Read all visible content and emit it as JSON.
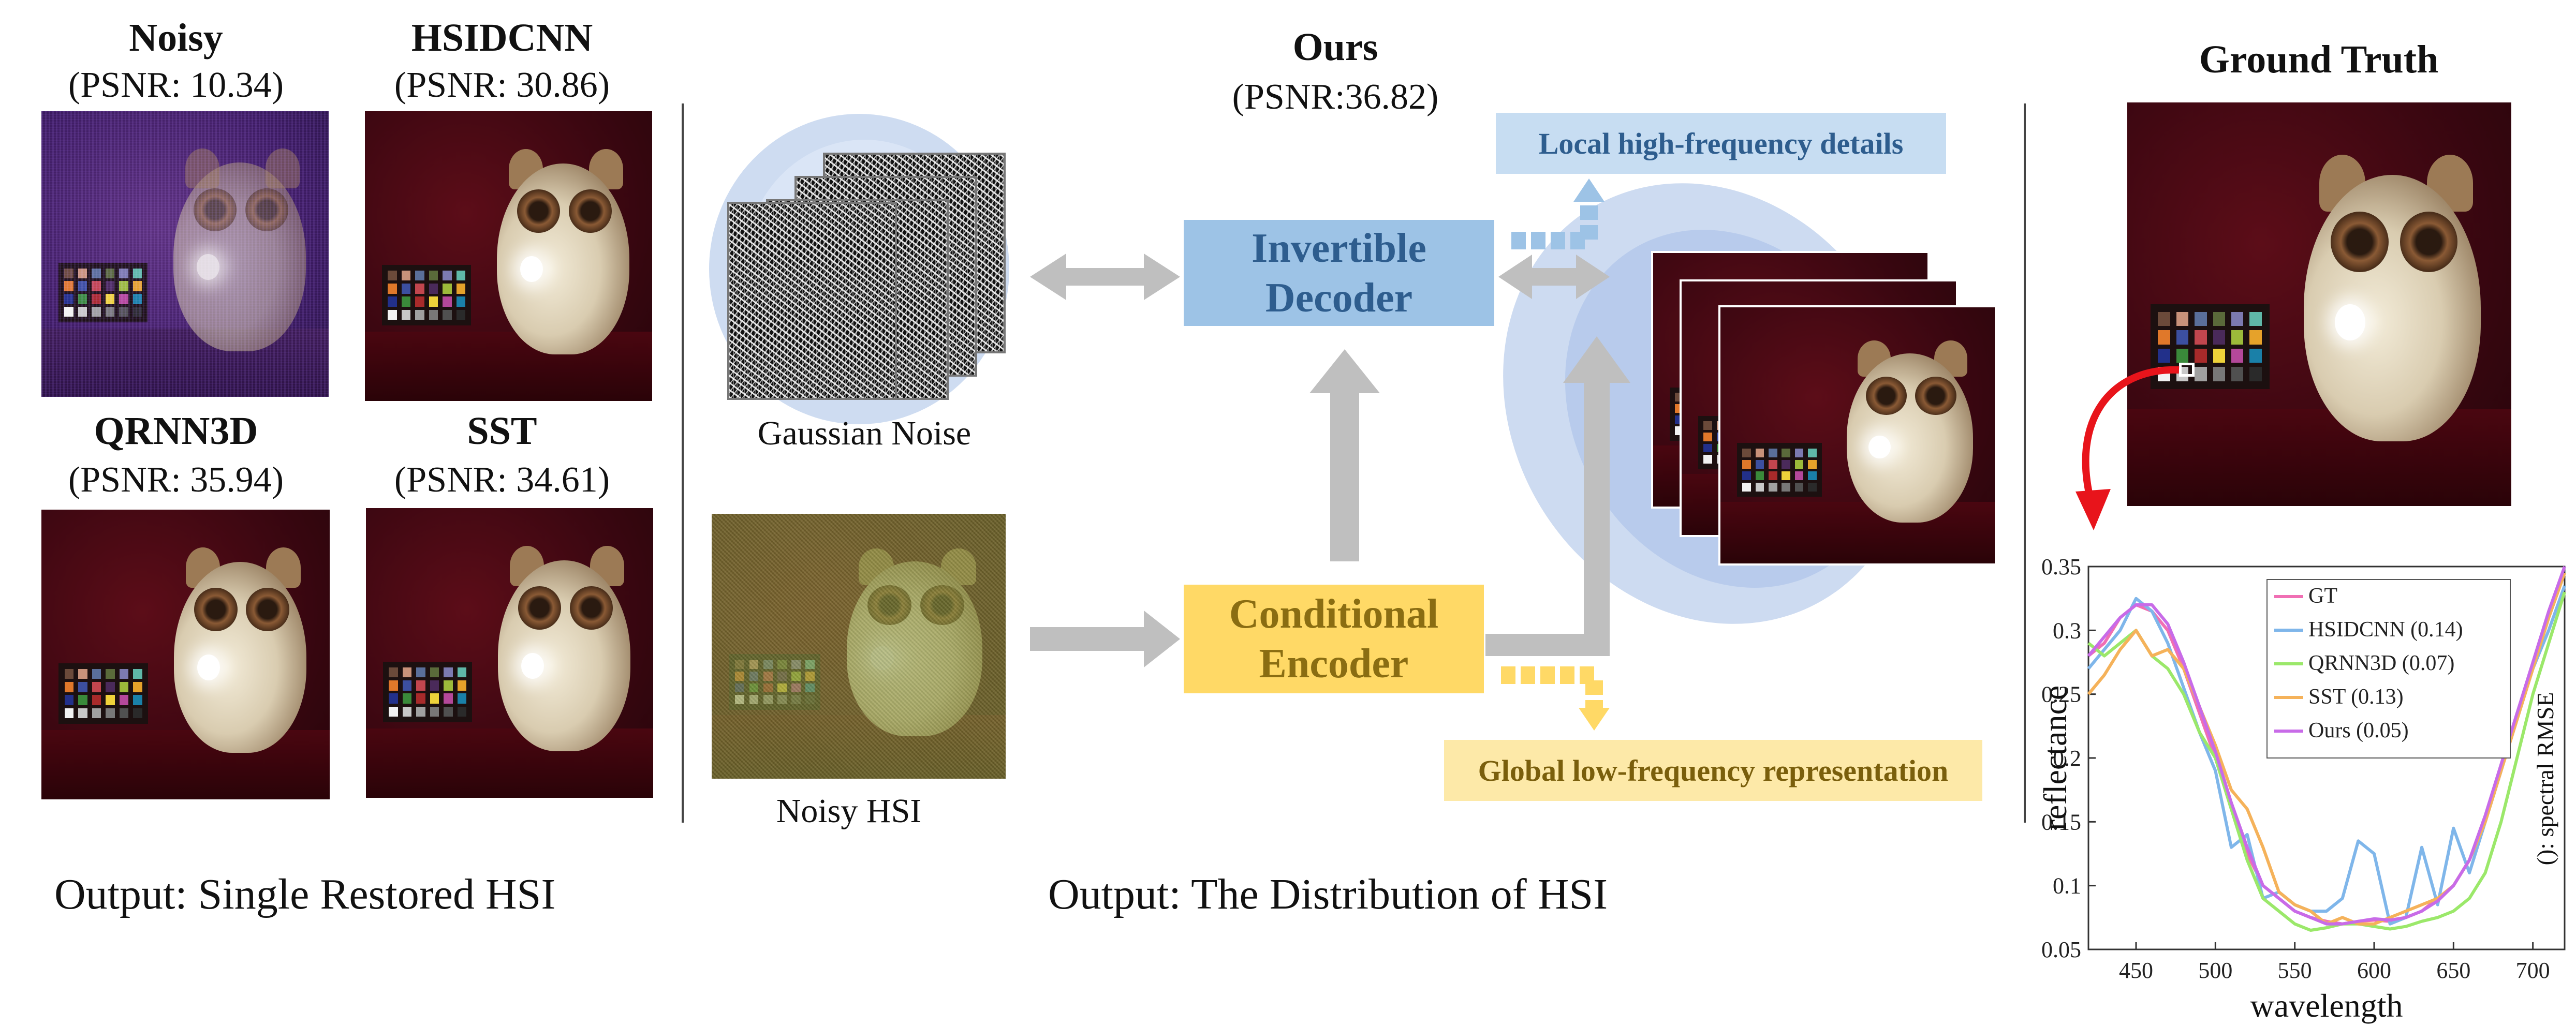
{
  "panels": {
    "noisy": {
      "title": "Noisy",
      "psnr": "(PSNR: 10.34)"
    },
    "hsidcnn": {
      "title": "HSIDCNN",
      "psnr": "(PSNR: 30.86)"
    },
    "qrnn3d": {
      "title": "QRNN3D",
      "psnr": "(PSNR: 35.94)"
    },
    "sst": {
      "title": "SST",
      "psnr": "(PSNR: 34.61)"
    },
    "ours": {
      "title": "Ours",
      "psnr": "(PSNR:36.82)"
    },
    "ground_truth": {
      "title": "Ground Truth"
    }
  },
  "captions": {
    "left": "Output: Single Restored HSI",
    "middle": "Output: The Distribution of HSI"
  },
  "diagram": {
    "gaussian_noise_label": "Gaussian Noise",
    "noisy_hsi_label": "Noisy HSI",
    "decoder_label_line1": "Invertible",
    "decoder_label_line2": "Decoder",
    "encoder_label_line1": "Conditional",
    "encoder_label_line2": "Encoder",
    "local_tag": "Local high-frequency details",
    "global_tag": "Global low-frequency representation"
  },
  "colors": {
    "decoder_fill": "#9dc3e6",
    "decoder_text": "#2e5d8e",
    "encoder_fill": "#ffd966",
    "encoder_text": "#8a6d12",
    "local_tag_fill": "#c7ddf2",
    "local_tag_text": "#2e5d8e",
    "global_tag_fill": "#fde9a8",
    "global_tag_text": "#7a5f0c",
    "arrow": "#bfbfbf",
    "callout_arrow": "#e8141b"
  },
  "chart_data": {
    "type": "line",
    "xlabel": "wavelength",
    "ylabel": "reflectance",
    "side_note": "(): spectral RMSE",
    "xlim": [
      420,
      720
    ],
    "ylim": [
      0.05,
      0.35
    ],
    "x_ticks": [
      450,
      500,
      550,
      600,
      650,
      700
    ],
    "y_ticks": [
      0.05,
      0.1,
      0.15,
      0.2,
      0.25,
      0.3,
      0.35
    ],
    "x": [
      420,
      430,
      440,
      450,
      460,
      470,
      480,
      490,
      500,
      510,
      520,
      530,
      540,
      550,
      560,
      570,
      580,
      590,
      600,
      610,
      620,
      630,
      640,
      650,
      660,
      670,
      680,
      690,
      700,
      710,
      720
    ],
    "series": [
      {
        "name": "GT",
        "color": "#f06fb4",
        "values": [
          0.28,
          0.29,
          0.31,
          0.32,
          0.315,
          0.3,
          0.27,
          0.235,
          0.2,
          0.16,
          0.125,
          0.1,
          0.09,
          0.08,
          0.075,
          0.072,
          0.07,
          0.072,
          0.073,
          0.072,
          0.075,
          0.08,
          0.09,
          0.1,
          0.12,
          0.15,
          0.19,
          0.23,
          0.27,
          0.31,
          0.345
        ]
      },
      {
        "name": "HSIDCNN (0.14)",
        "color": "#7fb6ea",
        "values": [
          0.27,
          0.285,
          0.3,
          0.325,
          0.315,
          0.29,
          0.255,
          0.22,
          0.19,
          0.13,
          0.14,
          0.09,
          0.095,
          0.085,
          0.08,
          0.08,
          0.09,
          0.135,
          0.125,
          0.07,
          0.075,
          0.13,
          0.085,
          0.145,
          0.11,
          0.15,
          0.19,
          0.235,
          0.27,
          0.3,
          0.335
        ]
      },
      {
        "name": "QRNN3D (0.07)",
        "color": "#9be86a",
        "values": [
          0.29,
          0.28,
          0.29,
          0.3,
          0.28,
          0.27,
          0.25,
          0.22,
          0.2,
          0.16,
          0.12,
          0.09,
          0.08,
          0.07,
          0.065,
          0.067,
          0.07,
          0.07,
          0.068,
          0.066,
          0.068,
          0.072,
          0.075,
          0.08,
          0.09,
          0.11,
          0.15,
          0.2,
          0.25,
          0.29,
          0.33
        ]
      },
      {
        "name": "SST (0.13)",
        "color": "#f5b25a",
        "values": [
          0.25,
          0.265,
          0.285,
          0.3,
          0.28,
          0.285,
          0.27,
          0.24,
          0.21,
          0.175,
          0.16,
          0.13,
          0.095,
          0.085,
          0.08,
          0.07,
          0.075,
          0.07,
          0.07,
          0.075,
          0.08,
          0.085,
          0.09,
          0.1,
          0.12,
          0.15,
          0.19,
          0.23,
          0.27,
          0.31,
          0.345
        ]
      },
      {
        "name": "Ours (0.05)",
        "color": "#c86be8",
        "values": [
          0.28,
          0.295,
          0.31,
          0.32,
          0.32,
          0.305,
          0.275,
          0.24,
          0.205,
          0.165,
          0.13,
          0.1,
          0.09,
          0.08,
          0.075,
          0.07,
          0.07,
          0.072,
          0.074,
          0.073,
          0.075,
          0.08,
          0.088,
          0.1,
          0.12,
          0.155,
          0.195,
          0.235,
          0.275,
          0.315,
          0.35
        ]
      }
    ]
  }
}
